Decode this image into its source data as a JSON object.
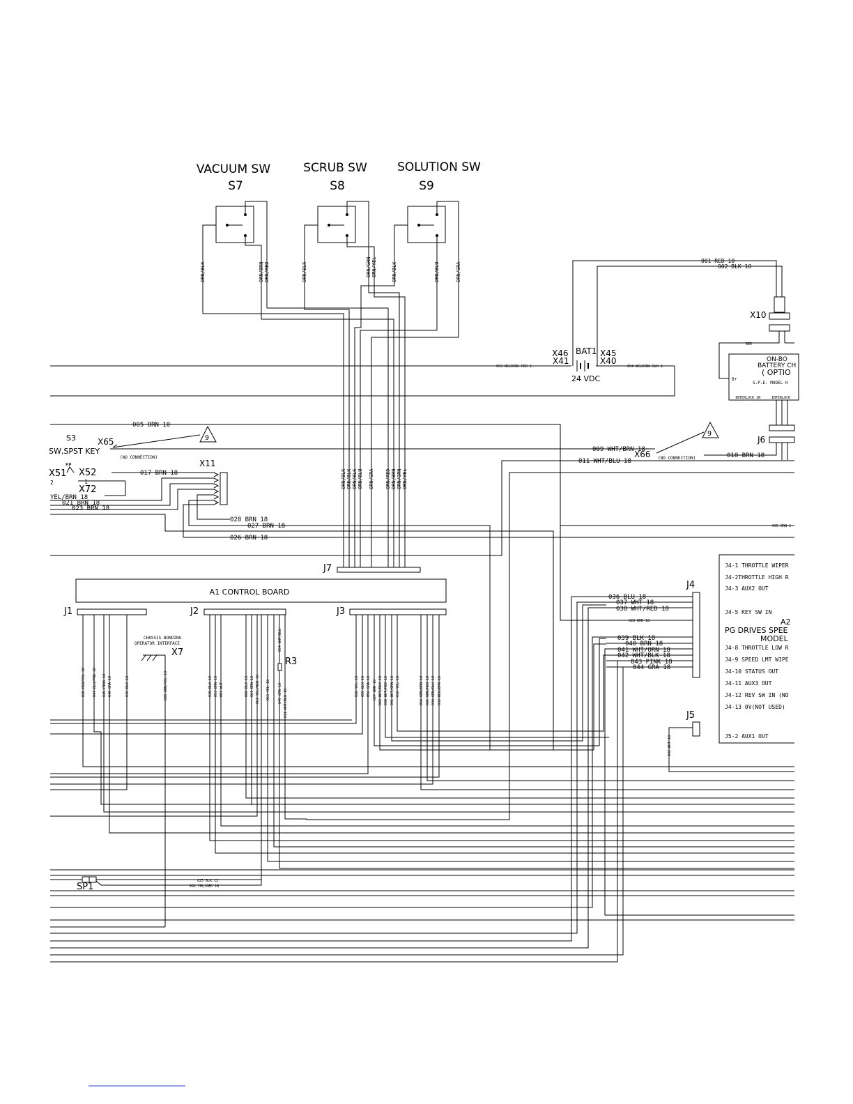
{
  "switches": {
    "s7": {
      "title": "VACUUM SW",
      "ref": "S7",
      "w1": "ORN/BLK",
      "w2": "ORN/BRN",
      "w3": "ORN/RED"
    },
    "s8": {
      "title": "SCRUB SW",
      "ref": "S8",
      "w1": "ORN/BLK",
      "w2": "ORN/GRN",
      "w3": "ORN/YEL"
    },
    "s9": {
      "title": "SOLUTION SW",
      "ref": "S9",
      "w1": "ORN/BLK",
      "w2": "ORN/BLU",
      "w3": "ORN/GRA"
    }
  },
  "battery": {
    "ref": "BAT1",
    "voltage": "24 VDC",
    "x46": "X46",
    "x41": "X41",
    "x45": "X45",
    "x40": "X40",
    "w003": "003 WELDING RED 1",
    "w004": "004 WELDING BLK 1"
  },
  "charger": {
    "connector": "X10",
    "w001": "001 RED 10",
    "w002": "002 BLK 10",
    "title1": "ON-BO",
    "title2": "BATTERY CH",
    "title3": "( OPTIO",
    "model": "S.P.E. MODEL H",
    "b_plus": "B+",
    "red": "RED",
    "interlock1": "INTERLOCK 1N",
    "interlock2": "INTERLOCK"
  },
  "key_switch": {
    "s3": "S3",
    "name": "SW,SPST KEY",
    "x65": "X65",
    "x66": "X66",
    "no_conn": "(NO CONNECTION)",
    "callout": "9",
    "w005": "005 ORN 10",
    "w009": "009 WHT/BRN 18",
    "w011": "011 WHT/BLU 18",
    "w010": "010 BRN 18",
    "j6": "J6",
    "w005r": "005 BRN 1"
  },
  "left_conn": {
    "x51": "X51",
    "x52": "X52",
    "x72": "X72",
    "x11": "X11",
    "pp": "PP",
    "n2": "2",
    "n1": "1",
    "w017": "017 BRN 18",
    "w_yel": "YEL/BRN 18",
    "w021": "021 BRN 18",
    "w023": "023 BRN 18",
    "w028": "028 BRN 18",
    "w027": "027 BRN 18",
    "w026": "026 BRN 18"
  },
  "j7": {
    "label": "J7",
    "wires": [
      "ORN/BLK",
      "ORN/BLK",
      "ORN/BLK",
      "ORN/BLU",
      "ORN/GRA",
      "ORN/RED",
      "ORN/BRN",
      "ORN/GRN",
      "ORN/YEL"
    ]
  },
  "board": {
    "title": "A1 CONTROL BOARD",
    "j1": "J1",
    "j2": "J2",
    "j3": "J3",
    "bonding1": "CHASSIS BONDING",
    "bonding2": "OPERATOR INTERFACE",
    "x7": "X7",
    "r3": "R3",
    "j1_wires": [
      "020 RED/YEL 18",
      "047 BLU/PNK 18",
      "045 PINK 18",
      "046 GRA 18",
      "036 BLK 18"
    ],
    "x7_wire": "088 GRN/YEL 18",
    "j2_wires": [
      "030 BLK 18",
      "053 BRN 18",
      "007 WHT",
      "060 BLK 18",
      "061 BRN 18",
      "062 YEL/RED 18",
      "063 YEL 18",
      "049 GRN 18",
      "011 WHT/BLU 18"
    ],
    "j2_tag": "064 WHT/BLU",
    "j3_wires": [
      "020 YEL 18",
      "055 BLK 18",
      "056 GRA 18",
      "027 BRN 18",
      "042 WHT/BLK 18",
      "038 WHT/RED 18",
      "041 WHT/ORN 18",
      "016 YEL 18",
      "054 GRN/BRN 18",
      "031 GRN/RED 18",
      "034 GRN/BLK 18",
      "032 BLU/BRN 18"
    ]
  },
  "j4": {
    "label": "J4",
    "w036": "036 BLU 18",
    "w037": "037 WHT 18",
    "w038": "038 WHT/RED 18",
    "w028": "028 BRN 18",
    "w039": "039 BLK 18",
    "w040": "040 BRN 18",
    "w041": "041 WHT/ORN 18",
    "w042": "042 WHT/BLK 18",
    "w043": "043 PINK 18",
    "w044": "044 GRA 18"
  },
  "a2": {
    "ref": "A2",
    "title": "PG DRIVES SPEE",
    "model": "MODEL",
    "pins": [
      "J4-1 THROTTLE WIPER",
      "J4-2THROTTLE HIGH R",
      "J4-3 AUX2 OUT",
      "J4-5 KEY SW IN",
      "J4-8 THROTTLE LOW R",
      "J4-9 SPEED LMT WIPE",
      "J4-10 STATUS OUT",
      "J4-11 AUX3 OUT",
      "J4-12 REV SW IN (NO",
      "J4-13 0V(NOT USED)",
      "J5-2 AUX1 OUT"
    ]
  },
  "j5": {
    "label": "J5",
    "wire": "032 WHT 18"
  },
  "sp1": {
    "label": "SP1",
    "w025": "025 BLK 12",
    "w092": "092 YEL/RED 18"
  }
}
